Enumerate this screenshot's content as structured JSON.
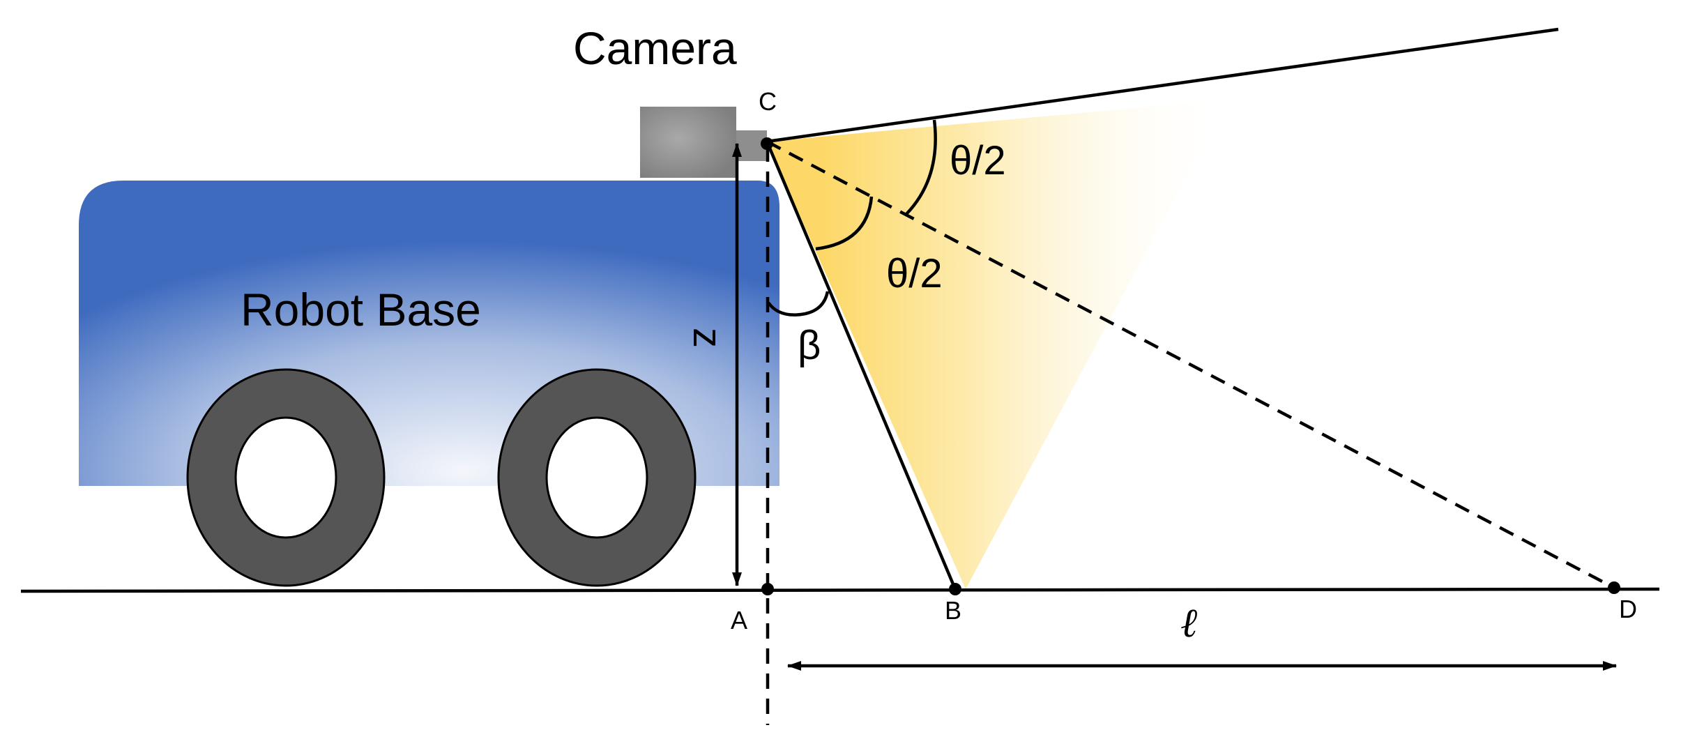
{
  "labels": {
    "camera": "Camera",
    "robot_base": "Robot Base",
    "point_c": "C",
    "point_a": "A",
    "point_b": "B",
    "point_d": "D",
    "height": "z",
    "half_angle_upper": "θ/2",
    "half_angle_lower": "θ/2",
    "tilt_angle": "β",
    "distance": "ℓ"
  },
  "colors": {
    "robot_edge": "#3f6bbf",
    "robot_center": "#eef2fa",
    "wheel": "#555555",
    "camera_body": "#8e8e8e",
    "beam": "#fdd868",
    "line": "#000000"
  }
}
